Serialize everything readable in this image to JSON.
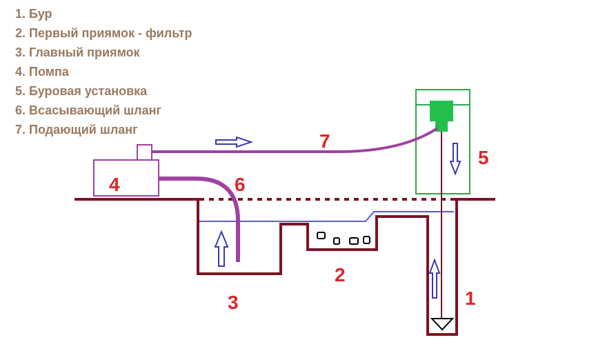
{
  "legend": {
    "items": [
      "1. Бур",
      "2. Первый приямок - фильтр",
      "3. Главный приямок",
      "4. Помпа",
      "5. Буровая установка",
      "6. Всасывающий шланг",
      "7. Подающий шланг"
    ]
  },
  "labels": {
    "drill": "1",
    "filter_pit": "2",
    "main_pit": "3",
    "pump": "4",
    "rig": "5",
    "suction_hose": "6",
    "feed_hose": "7"
  },
  "colors": {
    "legend_text": "#9a7a60",
    "number_labels": "#e0242a",
    "ground": "#7b1424",
    "hose": "#a040a0",
    "arrow": "#3a3ab0",
    "water_line": "#5a5ad0",
    "rig_frame": "#2aa84a",
    "rig_head": "#22c04a"
  }
}
